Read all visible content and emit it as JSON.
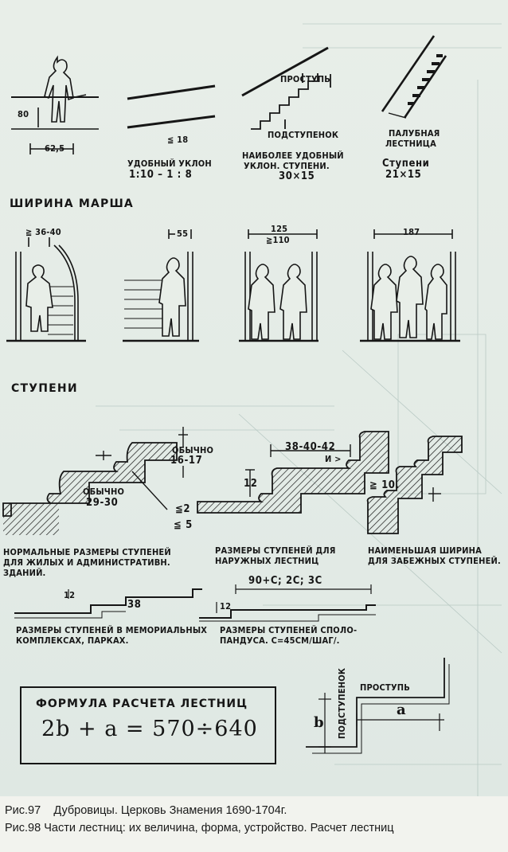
{
  "top_row": {
    "person_rail": {
      "height": "80",
      "width": "62,5"
    },
    "gentle_slope": {
      "angle": "≦ 18",
      "label": "УДОБНЫЙ УКЛОН",
      "ratio": "1:10 – 1 : 8"
    },
    "best_slope": {
      "tread": "ПРОСТУПЬ",
      "riser": "ПОДСТУПЕНОК",
      "label_line1": "НАИБОЛЕЕ УДОБНЫЙ",
      "label_line2": "УКЛОН. СТУПЕНИ.",
      "size": "30×15"
    },
    "ship_ladder": {
      "label_line1": "ПАЛУБНАЯ",
      "label_line2": "ЛЕСТНИЦА",
      "steps_label": "Ступени",
      "size": "21×15"
    }
  },
  "flight_width": {
    "title": "ШИРИНА МАРША",
    "dims": [
      "≧ 36-40",
      "55",
      "125",
      "≧110",
      "187"
    ]
  },
  "steps": {
    "title": "СТУПЕНИ",
    "residential": {
      "riser_note_1": "ОБЫЧНО",
      "riser_value": "16-17",
      "tread_note": "ОБЫЧНО",
      "tread_value": "29-30",
      "angle_a": "≦2",
      "angle_b": "≦ 5",
      "caption_line1": "НОРМАЛЬНЫЕ РАЗМЕРЫ СТУПЕНЕЙ",
      "caption_line2": "ДЛЯ ЖИЛЫХ И АДМИНИСТРАТИВН.",
      "caption_line3": "ЗДАНИЙ."
    },
    "outdoor": {
      "tread": "38-40-42",
      "nose": "и >",
      "riser": "12",
      "caption_line1": "РАЗМЕРЫ СТУПЕНЕЙ ДЛЯ",
      "caption_line2": "НАРУЖНЫХ ЛЕСТНИЦ"
    },
    "winder": {
      "min": "≧ 10.",
      "caption_line1": "НАИМЕНЬШАЯ ШИРИНА",
      "caption_line2": "ДЛЯ ЗАБЕЖНЫХ СТУПЕНЕЙ."
    },
    "memorial": {
      "riser": "12",
      "tread": "38",
      "caption_line1": "РАЗМЕРЫ СТУПЕНЕЙ В МЕМОРИАЛЬНЫХ",
      "caption_line2": "КОМПЛЕКСАХ, ПАРКАХ."
    },
    "ramp": {
      "dims": "90+С; 2С; 3С",
      "riser": "12",
      "caption_line1": "РАЗМЕРЫ СТУПЕНЕЙ СПОЛО-",
      "caption_line2": "ПАНДУСА. С=45СМ/ШАГ/."
    }
  },
  "formula": {
    "title": "ФОРМУЛА РАСЧЕТА ЛЕСТНИЦ",
    "expression": "2b + a = 570÷640",
    "riser_label": "ПОДСТУПЕНОК",
    "tread_label": "ПРОСТУПЬ",
    "b": "b",
    "a": "a"
  },
  "captions": [
    {
      "num": "Рис.97",
      "text": "Дубровицы. Церковь Знамения",
      "extra": "1690-1704г."
    },
    {
      "num": "Рис.98",
      "text": "Части лестниц: их величина, форма, устройство.",
      "extra": "Расчет лестниц"
    }
  ]
}
